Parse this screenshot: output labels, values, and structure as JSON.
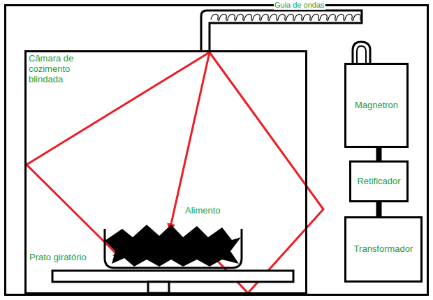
{
  "diagram": {
    "nodes": [
      {
        "text": [
          "Câmara de cozimento blindada"
        ]
      },
      {
        "text": [
          "Magnetron"
        ]
      },
      {
        "text": [
          "Retificador"
        ]
      },
      {
        "text": [
          "Transformador"
        ]
      }
    ],
    "edges": [
      {
        "from": 1,
        "to": 2,
        "arrow": "none"
      },
      {
        "from": 2,
        "to": 3,
        "arrow": "none"
      }
    ],
    "labels": [
      "Guia de ondas",
      "Alimento",
      "Prato giratório"
    ]
  }
}
